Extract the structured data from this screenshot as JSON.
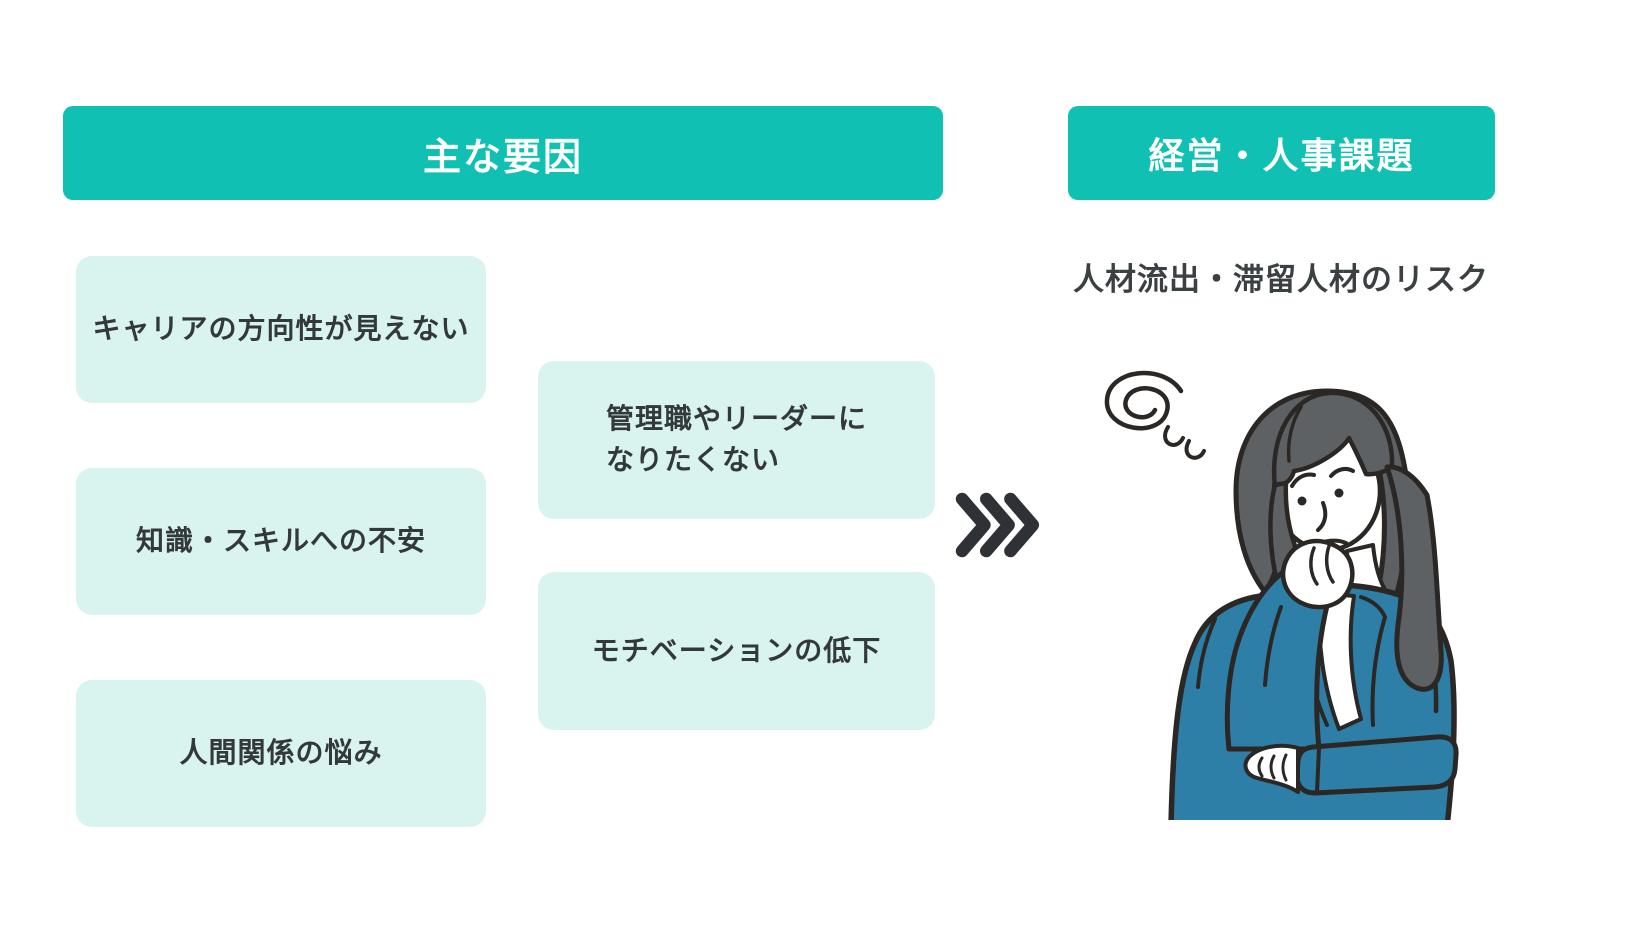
{
  "left_section": {
    "header_label": "主な要因",
    "factor_boxes": [
      "キャリアの方向性が見えない",
      "知識・スキルへの不安",
      "人間関係の悩み"
    ],
    "factor_boxes_col2": [
      "管理職やリーダーに\nなりたくない",
      "モチベーションの低下"
    ]
  },
  "right_section": {
    "header_label": "経営・人事課題",
    "risk_label": "人材流出・滞留人材のリスク",
    "illustration": "worried-businesswoman"
  },
  "arrow": {
    "icon": "triple-chevron-right"
  },
  "colors": {
    "header_teal": "#0fc0b3",
    "factor_box_bg": "#d9f3ee",
    "text_dark": "#33383b",
    "arrow_dark": "#2e3236",
    "jacket_blue": "#2e7fa7",
    "hair_gray": "#5e6163",
    "outline": "#2a2724",
    "header_text": "#ffffff"
  }
}
